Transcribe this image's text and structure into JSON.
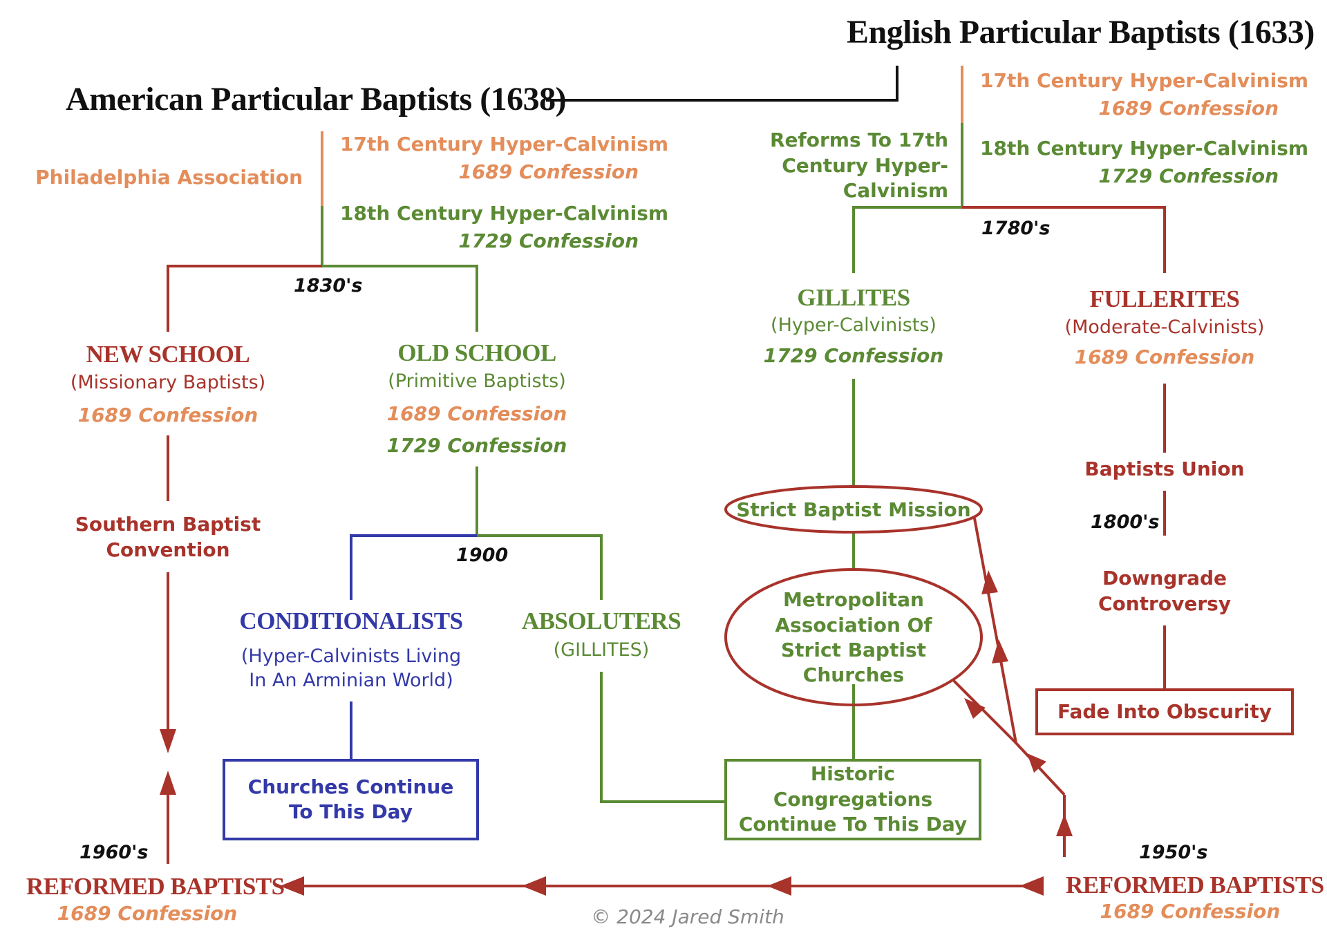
{
  "titles": {
    "english": "English Particular Baptists (1633)",
    "american": "American Particular Baptists (1638)"
  },
  "american": {
    "association": "Philadelphia Association",
    "hyper17": "17th Century Hyper-Calvinism",
    "conf1689": "1689 Confession",
    "hyper18": "18th Century Hyper-Calvinism",
    "conf1729": "1729 Confession",
    "split_date": "1830's",
    "new_school": {
      "name": "NEW SCHOOL",
      "sub": "(Missionary Baptists)",
      "conf": "1689 Confession"
    },
    "old_school": {
      "name": "OLD SCHOOL",
      "sub": "(Primitive Baptists)",
      "conf1": "1689 Confession",
      "conf2": "1729 Confession"
    },
    "sbc": "Southern Baptist Convention",
    "split1900": "1900",
    "conditionalists": {
      "name": "CONDITIONALISTS",
      "sub": "(Hyper-Calvinists Living In An Arminian World)"
    },
    "absoluters": {
      "name": "ABSOLUTERS",
      "sub": "(GILLITES)"
    },
    "churches_continue": "Churches Continue To This Day"
  },
  "english": {
    "hyper17": "17th Century Hyper-Calvinism",
    "conf1689": "1689 Confession",
    "reforms": "Reforms To 17th Century Hyper-Calvinism",
    "hyper18": "18th Century Hyper-Calvinism",
    "conf1729": "1729 Confession",
    "split_date": "1780's",
    "gillites": {
      "name": "GILLITES",
      "sub": "(Hyper-Calvinists)",
      "conf": "1729 Confession"
    },
    "fullerites": {
      "name": "FULLERITES",
      "sub": "(Moderate-Calvinists)",
      "conf": "1689 Confession"
    },
    "strict_mission": "Strict Baptist Mission",
    "metropolitan": "Metropolitan Association Of Strict Baptist Churches",
    "historic": "Historic Congregations Continue To This Day",
    "baptists_union": "Baptists Union",
    "date1800": "1800's",
    "downgrade": "Downgrade Controversy",
    "fade": "Fade Into Obscurity"
  },
  "reformed": {
    "left_date": "1960's",
    "left_name": "REFORMED BAPTISTS",
    "left_conf": "1689 Confession",
    "right_date": "1950's",
    "right_name": "REFORMED BAPTISTS",
    "right_conf": "1689 Confession"
  },
  "copyright": "© 2024 Jared Smith",
  "colors": {
    "orange": "#e38d5b",
    "green": "#5b8a34",
    "red": "#a8332b",
    "blue": "#3339a8",
    "black": "#111111"
  }
}
